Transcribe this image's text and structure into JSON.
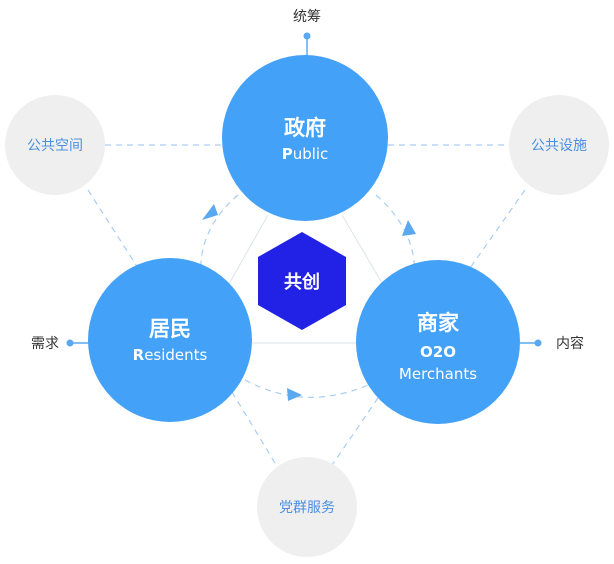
{
  "colors": {
    "main_circle": "#43a1f7",
    "satellite_circle": "#efefef",
    "satellite_text": "#4a90e2",
    "core_hexagon": "#2222e6",
    "connector": "#5aa8f0",
    "dashed_line": "#a9cdf3",
    "edge_text": "#333333"
  },
  "main_nodes": {
    "government": {
      "title": "政府",
      "sub_lead": "P",
      "sub_rest": "ublic"
    },
    "residents": {
      "title": "居民",
      "sub_lead": "R",
      "sub_rest": "esidents"
    },
    "merchants": {
      "title": "商家",
      "sub1": "O2O",
      "sub2": "Merchants"
    }
  },
  "core": {
    "label": "共创"
  },
  "satellites": {
    "public_space": "公共空间",
    "public_facilities": "公共设施",
    "party_service": "党群服务"
  },
  "edge_labels": {
    "top": "统筹",
    "left": "需求",
    "right": "内容"
  }
}
